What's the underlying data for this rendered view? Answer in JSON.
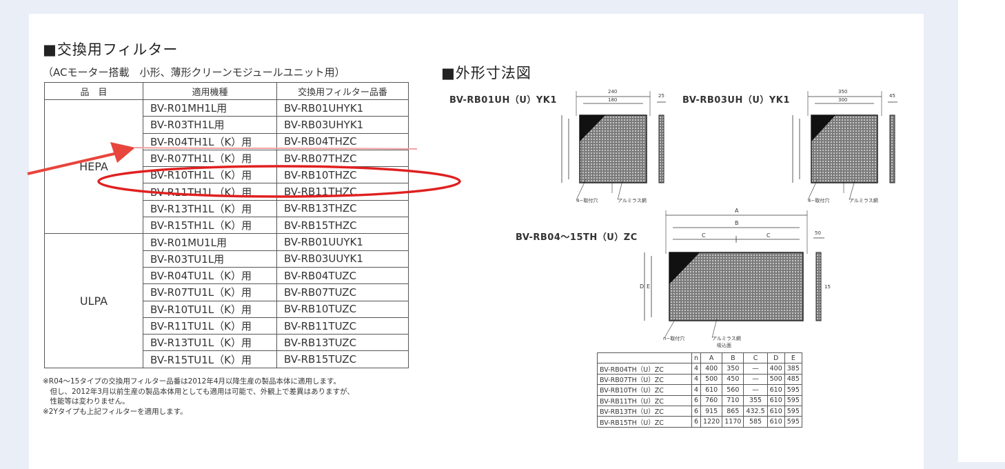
{
  "left": {
    "title": "■交換用フィルター",
    "subtitle": "（ACモーター搭載　小形、薄形クリーンモジュールユニット用）",
    "headers": [
      "品　目",
      "適用機種",
      "交換用フィルター品番"
    ],
    "groups": [
      {
        "category": "HEPA",
        "rows": [
          [
            "BV-R01MH1L用",
            "BV-RB01UHYK1"
          ],
          [
            "BV-R03TH1L用",
            "BV-RB03UHYK1"
          ],
          [
            "BV-R04TH1L（K）用",
            "BV-RB04THZC"
          ],
          [
            "BV-R07TH1L（K）用",
            "BV-RB07THZC"
          ],
          [
            "BV-R10TH1L（K）用",
            "BV-RB10THZC"
          ],
          [
            "BV-R11TH1L（K）用",
            "BV-RB11THZC"
          ],
          [
            "BV-R13TH1L（K）用",
            "BV-RB13THZC"
          ],
          [
            "BV-R15TH1L（K）用",
            "BV-RB15THZC"
          ]
        ]
      },
      {
        "category": "ULPA",
        "rows": [
          [
            "BV-R01MU1L用",
            "BV-RB01UUYK1"
          ],
          [
            "BV-R03TU1L用",
            "BV-RB03UUYK1"
          ],
          [
            "BV-R04TU1L（K）用",
            "BV-RB04TUZC"
          ],
          [
            "BV-R07TU1L（K）用",
            "BV-RB07TUZC"
          ],
          [
            "BV-R10TU1L（K）用",
            "BV-RB10TUZC"
          ],
          [
            "BV-R11TU1L（K）用",
            "BV-RB11TUZC"
          ],
          [
            "BV-R13TU1L（K）用",
            "BV-RB13TUZC"
          ],
          [
            "BV-R15TU1L（K）用",
            "BV-RB15TUZC"
          ]
        ]
      }
    ],
    "notes": [
      "※R04～15タイプの交換用フィルター品番は2012年4月以降生産の製品本体に適用します。",
      "　但し、2012年3月以前生産の製品本体用としても適用は可能で、外観上で差異はありますが、",
      "　性能等は変わりません。",
      "※2Yタイプも上記フィルターを適用します。"
    ]
  },
  "right": {
    "title": "■外形寸法図",
    "models": [
      "BV-RB01UH（U）YK1",
      "BV-RB03UH（U）YK1",
      "BV-RB04～15TH（U）ZC"
    ],
    "drawing_labels": {
      "hole": "4−取付穴",
      "hole2": "n−取付穴",
      "mesh": "アルミラス網",
      "suction": "吸込面",
      "a1": "240",
      "b1": "180",
      "t1": "25",
      "a2": "350",
      "b2": "300",
      "t2": "45",
      "A": "A",
      "B": "B",
      "C": "C",
      "D": "D",
      "E": "E",
      "T": "50",
      "s15": "15"
    },
    "dims_headers": [
      "",
      "n",
      "A",
      "B",
      "C",
      "D",
      "E"
    ],
    "dims_rows": [
      [
        "BV-RB04TH（U）ZC",
        "4",
        "400",
        "350",
        "—",
        "400",
        "385"
      ],
      [
        "BV-RB07TH（U）ZC",
        "4",
        "500",
        "450",
        "—",
        "500",
        "485"
      ],
      [
        "BV-RB10TH（U）ZC",
        "4",
        "610",
        "560",
        "—",
        "610",
        "595"
      ],
      [
        "BV-RB11TH（U）ZC",
        "6",
        "760",
        "710",
        "355",
        "610",
        "595"
      ],
      [
        "BV-RB13TH（U）ZC",
        "6",
        "915",
        "865",
        "432.5",
        "610",
        "595"
      ],
      [
        "BV-RB15TH（U）ZC",
        "6",
        "1220",
        "1170",
        "585",
        "610",
        "595"
      ]
    ]
  },
  "annotation": {
    "arrow_color": "#e8453c",
    "ellipse_color": "#e02020"
  }
}
